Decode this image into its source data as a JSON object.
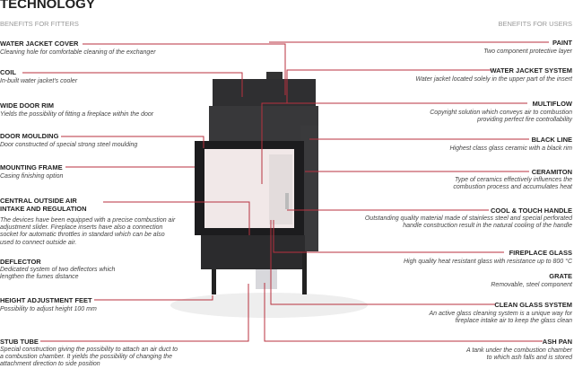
{
  "title": "TECHNOLOGY",
  "fitters_heading": "BENEFITS FOR FITTERS",
  "users_heading": "BENEFITS FOR USERS",
  "fitters": [
    {
      "title": "WATER JACKET COVER",
      "desc": "Cleaning hole for comfortable cleaning of the exchanger"
    },
    {
      "title": "COIL",
      "desc": "In-built water jacket's cooler"
    },
    {
      "title": "WIDE DOOR RIM",
      "desc": "Yields the possibility of fitting a fireplace within the door"
    },
    {
      "title": "DOOR MOULDING",
      "desc": "Door constructed of special strong steel moulding"
    },
    {
      "title": "MOUNTING FRAME",
      "desc": "Casing finishing option"
    },
    {
      "title": "CENTRAL OUTSIDE AIR INTAKE AND REGULATION",
      "desc": "The devices have been equipped with a precise combustion air adjustment slider. Fireplace inserts have also a connection socket for automatic throttles in standard which can be also used to connect outside air."
    },
    {
      "title": "DEFLECTOR",
      "desc": "Dedicated system of two deflectors  which lengthen the fumes distance"
    },
    {
      "title": "HEIGHT ADJUSTMENT FEET",
      "desc": "Possibility to adjust height 100 mm"
    },
    {
      "title": "STUB TUBE",
      "desc": "Special construction giving the possibility to attach an air duct to a combustion chamber. It yields the possibility of changing the attachment direction to side position"
    }
  ],
  "users": [
    {
      "title": "PAINT",
      "desc": "Two component protective layer"
    },
    {
      "title": "WATER JACKET SYSTEM",
      "desc": "Water jacket located solely in the upper part of the insert"
    },
    {
      "title": "MULTIFLOW",
      "desc": "Copyright solution which conveys air to combustion providing perfect fire controllability"
    },
    {
      "title": "BLACK LINE",
      "desc": "Highest class glass ceramic with a black rim"
    },
    {
      "title": "CERAMITON",
      "desc": "Type of ceramics effectively influences the combustion process and accumulates heat"
    },
    {
      "title": "COOL & TOUCH HANDLE",
      "desc": "Outstanding quality material made of stainless steel and special perforated handle construction result in the natural cooling of the handle"
    },
    {
      "title": "FIREPLACE GLASS",
      "desc": "High quality heat resistant glass with resistance up to 800 °C"
    },
    {
      "title": "GRATE",
      "desc": "Removable, steel component"
    },
    {
      "title": "CLEAN GLASS SYSTEM",
      "desc": "An active glass cleaning system is a unique way for fireplace intake air to keep the glass clean"
    },
    {
      "title": "ASH PAN",
      "desc": "A tank under the combustion chamber to which ash falls and is stored"
    }
  ],
  "colors": {
    "leader": "#b8323f",
    "body": "#2b2b2d"
  }
}
